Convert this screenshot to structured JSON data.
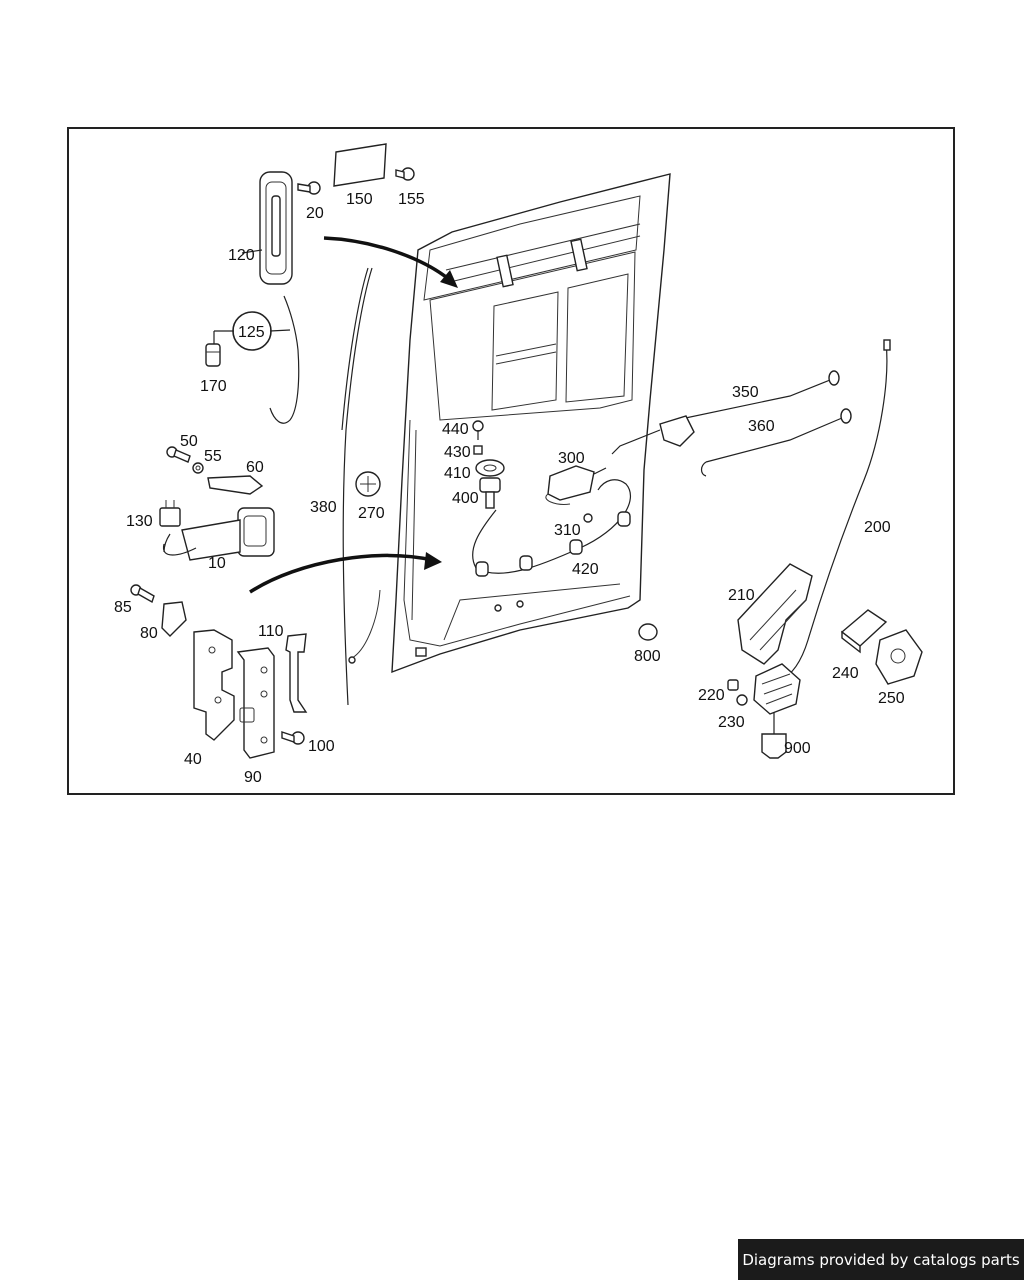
{
  "footer": {
    "text": "Diagrams provided by catalogs parts"
  },
  "callouts": {
    "c10": "10",
    "c20": "20",
    "c40": "40",
    "c50": "50",
    "c55": "55",
    "c60": "60",
    "c80": "80",
    "c85": "85",
    "c90": "90",
    "c100": "100",
    "c110": "110",
    "c120": "120",
    "c125": "125",
    "c130": "130",
    "c150": "150",
    "c155": "155",
    "c170": "170",
    "c200": "200",
    "c210": "210",
    "c220": "220",
    "c230": "230",
    "c240": "240",
    "c250": "250",
    "c270": "270",
    "c300": "300",
    "c310": "310",
    "c350": "350",
    "c360": "360",
    "c380": "380",
    "c400": "400",
    "c410": "410",
    "c420": "420",
    "c430": "430",
    "c440": "440",
    "c800": "800",
    "c900": "900"
  }
}
